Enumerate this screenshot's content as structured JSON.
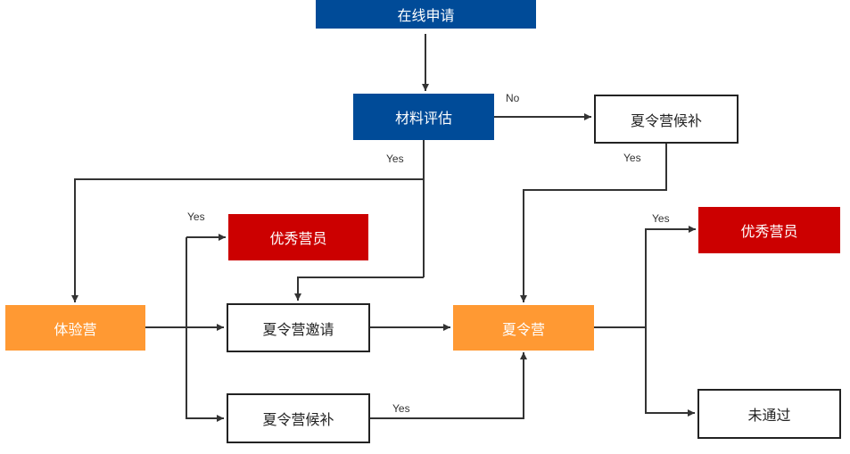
{
  "diagram": {
    "type": "flowchart",
    "colors": {
      "blue": "#004b98",
      "orange": "#ff9933",
      "red": "#cc0000",
      "white": "#ffffff",
      "line": "#333333"
    },
    "nodes": {
      "online_apply": "在线申请",
      "material_eval": "材料评估",
      "waitlist_top": "夏令营候补",
      "excellent_mid": "优秀营员",
      "trial_camp": "体验营",
      "invite": "夏令营邀请",
      "summer_camp": "夏令营",
      "waitlist_bottom": "夏令营候补",
      "excellent_right": "优秀营员",
      "failed": "未通过"
    },
    "edge_labels": {
      "eval_no": "No",
      "eval_yes": "Yes",
      "waitlist_top_yes": "Yes",
      "trial_yes": "Yes",
      "waitlist_bottom_yes": "Yes",
      "camp_yes": "Yes"
    },
    "edges": [
      {
        "from": "在线申请",
        "to": "材料评估",
        "label": ""
      },
      {
        "from": "材料评估",
        "to": "夏令营候补",
        "label": "No"
      },
      {
        "from": "材料评估",
        "to": "体验营",
        "label": "Yes"
      },
      {
        "from": "材料评估",
        "to": "夏令营邀请",
        "label": "Yes"
      },
      {
        "from": "夏令营候补",
        "to": "夏令营",
        "label": "Yes"
      },
      {
        "from": "体验营",
        "to": "优秀营员",
        "label": "Yes"
      },
      {
        "from": "体验营",
        "to": "夏令营邀请",
        "label": ""
      },
      {
        "from": "体验营",
        "to": "夏令营候补",
        "label": ""
      },
      {
        "from": "夏令营邀请",
        "to": "夏令营",
        "label": ""
      },
      {
        "from": "夏令营候补",
        "to": "夏令营",
        "label": "Yes"
      },
      {
        "from": "夏令营",
        "to": "优秀营员",
        "label": "Yes"
      },
      {
        "from": "夏令营",
        "to": "未通过",
        "label": ""
      }
    ]
  }
}
